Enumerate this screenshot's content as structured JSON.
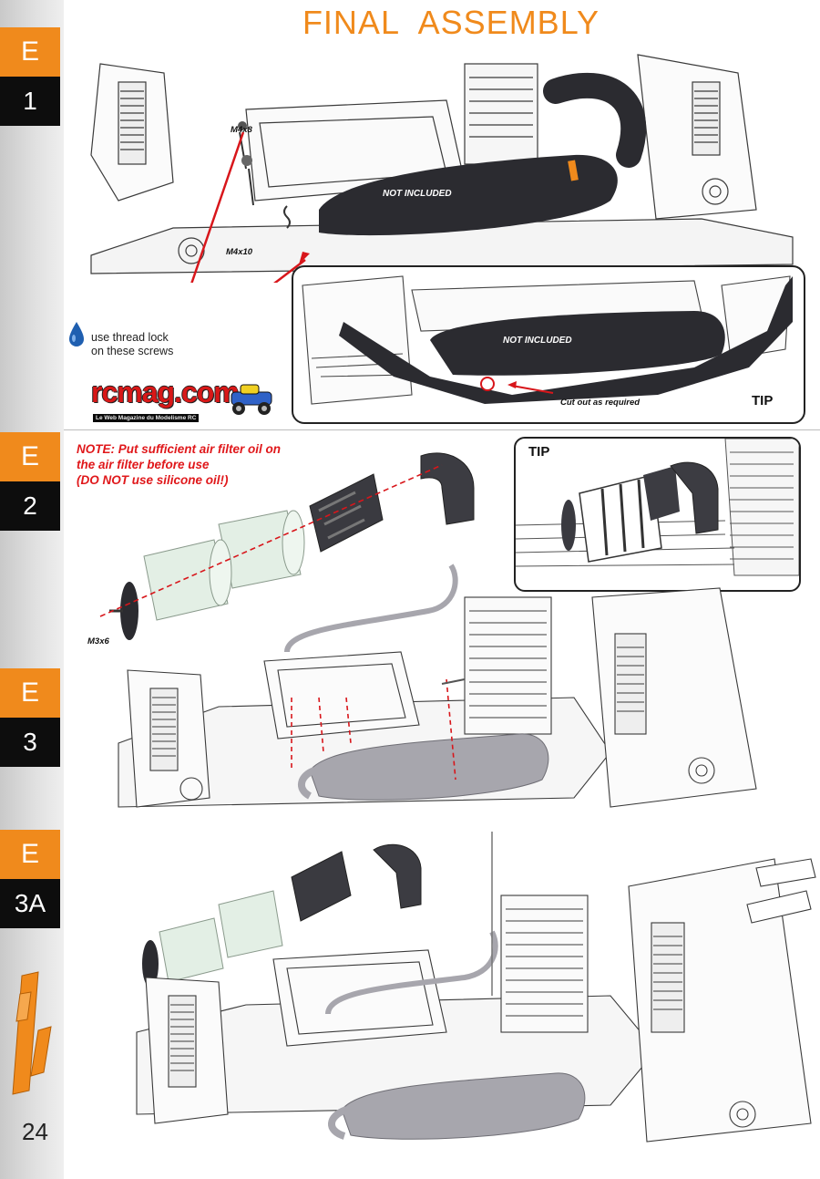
{
  "header": {
    "title": "FINAL ASSEMBLY"
  },
  "sidebar": {
    "steps": [
      {
        "letter": "E",
        "number": "1"
      },
      {
        "letter": "E",
        "number": "2"
      },
      {
        "letter": "E",
        "number": "3"
      },
      {
        "letter": "E",
        "number": "3A"
      }
    ],
    "page_number": "24"
  },
  "step_e1": {
    "screw_top": "M4x8",
    "screw_bottom": "M4x10",
    "pipe_label": "NOT INCLUDED",
    "threadlock_line1": "use thread lock",
    "threadlock_line2": "on these screws",
    "tip": {
      "label": "TIP",
      "pipe_label": "NOT INCLUDED",
      "callout": "Cut out as required"
    }
  },
  "watermark": {
    "logo": "rcmag.com",
    "tagline": "Le Web Magazine du Modelisme RC"
  },
  "step_e2": {
    "note_line1": "NOTE: Put sufficient air filter oil on",
    "note_line2": "the air filter before use",
    "note_line3": "(DO NOT use silicone oil!)",
    "screw": "M3x6",
    "tip_label": "TIP"
  },
  "colors": {
    "accent": "#f08a1c",
    "step_number_bg": "#0d0d0d",
    "note_red": "#e0181b",
    "pipe_dark": "#2b2b30",
    "pipe_gray": "#a7a6ad",
    "filter_green": "#e3efe5"
  }
}
